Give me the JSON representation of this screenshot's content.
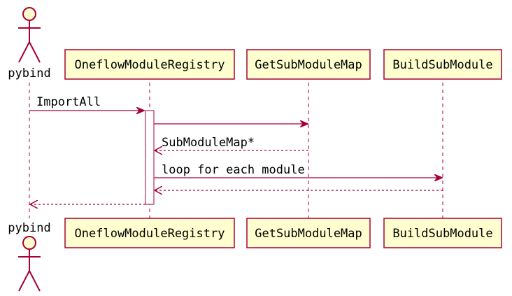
{
  "colors": {
    "stroke": "#A80036",
    "participant_fill": "#FEFECE",
    "text": "#000000"
  },
  "actor": {
    "label": "pybind"
  },
  "participants": [
    {
      "label": "OneflowModuleRegistry"
    },
    {
      "label": "GetSubModuleMap"
    },
    {
      "label": "BuildSubModule"
    }
  ],
  "messages": [
    {
      "from": "pybind",
      "to": "OneflowModuleRegistry",
      "label": "ImportAll",
      "style": "solid"
    },
    {
      "from": "OneflowModuleRegistry",
      "to": "GetSubModuleMap",
      "label": "",
      "style": "solid"
    },
    {
      "from": "GetSubModuleMap",
      "to": "OneflowModuleRegistry",
      "label": "SubModuleMap*",
      "style": "dashed"
    },
    {
      "from": "OneflowModuleRegistry",
      "to": "BuildSubModule",
      "label": "loop for each module",
      "style": "solid"
    },
    {
      "from": "BuildSubModule",
      "to": "OneflowModuleRegistry",
      "label": "",
      "style": "dashed"
    },
    {
      "from": "OneflowModuleRegistry",
      "to": "pybind",
      "label": "",
      "style": "dashed"
    }
  ]
}
